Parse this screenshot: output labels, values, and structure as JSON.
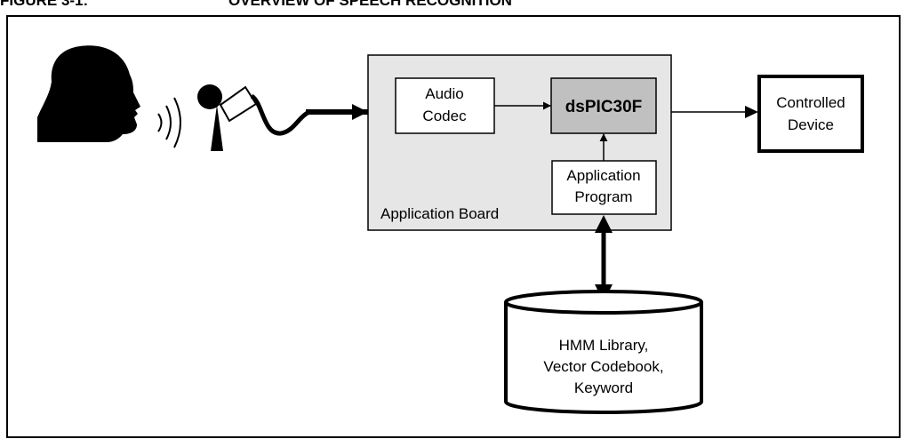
{
  "figure": {
    "number": "FIGURE 3-1:",
    "title": "OVERVIEW OF SPEECH RECOGNITION"
  },
  "blocks": {
    "audio_codec": [
      "Audio",
      "Codec"
    ],
    "processor": "dsPIC30F",
    "controlled_device": [
      "Controlled",
      "Device"
    ],
    "application_program": [
      "Application",
      "Program"
    ],
    "application_board": "Application Board",
    "database": [
      "HMM Library,",
      "Vector Codebook,",
      "Keyword"
    ]
  },
  "colors": {
    "board_fill": "#e6e6e6",
    "processor_fill": "#c0c0c0",
    "ink": "#000000",
    "background": "#ffffff"
  },
  "icons": [
    "speaker-head-icon",
    "sound-waves-icon",
    "microphone-icon"
  ]
}
